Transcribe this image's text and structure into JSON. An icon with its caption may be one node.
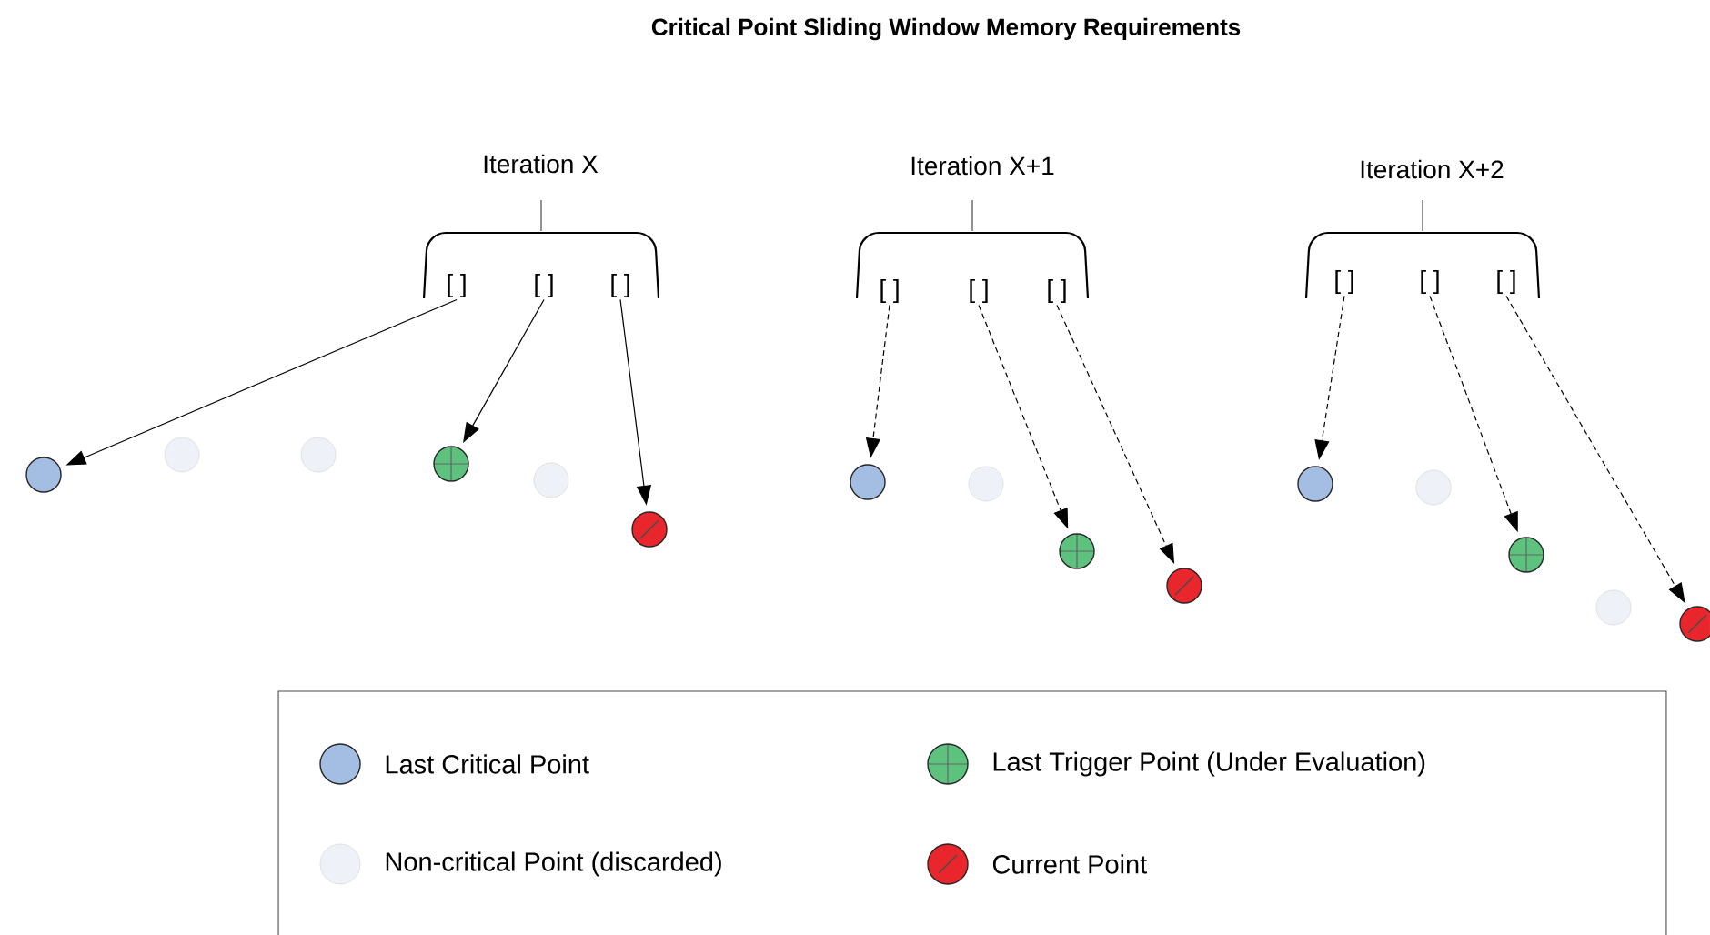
{
  "diagram": {
    "title": "Critical Point Sliding Window Memory Requirements",
    "nodes": [
      {
        "text": [
          "Iteration X"
        ]
      },
      {
        "text": [
          "[ ]"
        ],
        "in": 0
      },
      {
        "text": [
          "[ ]"
        ],
        "in": 0
      },
      {
        "text": [
          "[ ]"
        ],
        "in": 0
      },
      {
        "text": [
          "Iteration X+1"
        ]
      },
      {
        "text": [
          "[ ]"
        ],
        "in": 4
      },
      {
        "text": [
          "[ ]"
        ],
        "in": 4
      },
      {
        "text": [
          "[ ]"
        ],
        "in": 4
      },
      {
        "text": [
          "Iteration X+2"
        ]
      },
      {
        "text": [
          "[ ]"
        ],
        "in": 8
      },
      {
        "text": [
          "[ ]"
        ],
        "in": 8
      },
      {
        "text": [
          "[ ]"
        ],
        "in": 8
      },
      {
        "text": [],
        "shape": "circle"
      },
      {
        "text": [],
        "shape": "circle"
      },
      {
        "text": [],
        "shape": "circle"
      },
      {
        "text": [],
        "shape": "circle"
      },
      {
        "text": [],
        "shape": "circle"
      },
      {
        "text": [],
        "shape": "circle"
      },
      {
        "text": [],
        "shape": "circle"
      },
      {
        "text": [],
        "shape": "circle"
      },
      {
        "text": [],
        "shape": "circle"
      },
      {
        "text": [],
        "shape": "circle"
      },
      {
        "text": [],
        "shape": "circle"
      },
      {
        "text": [],
        "shape": "circle"
      },
      {
        "text": [],
        "shape": "circle"
      },
      {
        "text": [],
        "shape": "circle"
      },
      {
        "text": [],
        "shape": "circle"
      }
    ],
    "edges": [
      {
        "from": 1,
        "to": 12,
        "arrow": "to"
      },
      {
        "from": 2,
        "to": 15,
        "arrow": "to"
      },
      {
        "from": 3,
        "to": 17,
        "arrow": "to"
      },
      {
        "from": 5,
        "to": 18,
        "arrow": "to",
        "style": "dashed"
      },
      {
        "from": 6,
        "to": 20,
        "arrow": "to",
        "style": "dashed"
      },
      {
        "from": 7,
        "to": 21,
        "arrow": "to",
        "style": "dashed"
      },
      {
        "from": 9,
        "to": 22,
        "arrow": "to",
        "style": "dashed"
      },
      {
        "from": 10,
        "to": 24,
        "arrow": "to",
        "style": "dashed"
      },
      {
        "from": 11,
        "to": 26,
        "arrow": "to",
        "style": "dashed"
      }
    ],
    "legend": [
      {
        "text": "Last Critical Point",
        "color": "#a3bde3"
      },
      {
        "text": "Last Trigger Point (Under Evaluation)",
        "color": "#5cc27e"
      },
      {
        "text": "Non-critical Point (discarded)",
        "color": "#eef2f8"
      },
      {
        "text": "Current Point",
        "color": "#e8262b"
      }
    ]
  }
}
